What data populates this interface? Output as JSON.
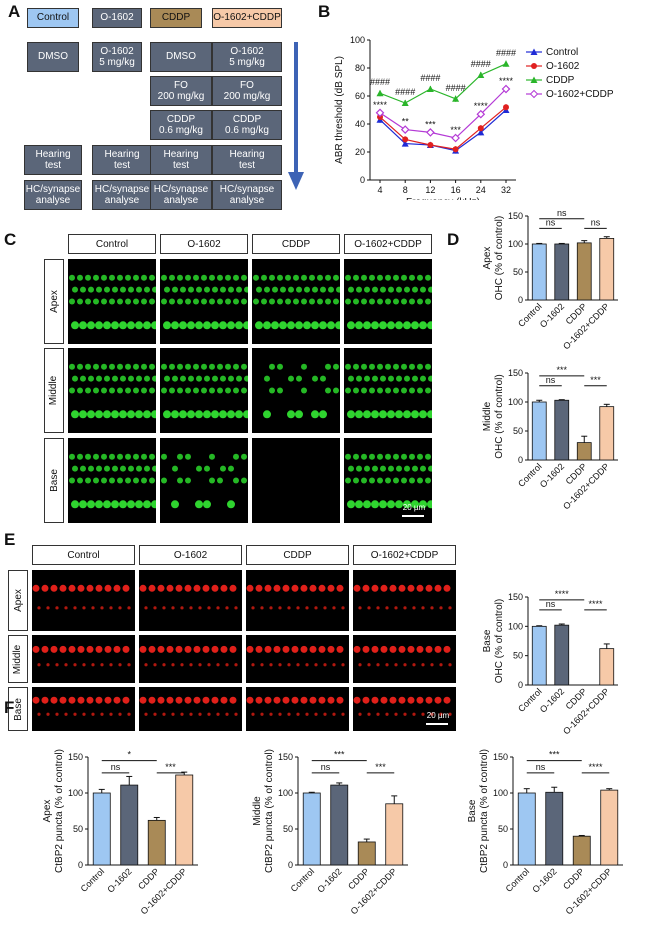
{
  "panel_a": {
    "letter": "A",
    "headers": [
      "Control",
      "O-1602",
      "CDDP",
      "O-1602+CDDP"
    ],
    "header_colors": [
      "#9ec7f2",
      "#5b6679",
      "#a98a57",
      "#f6c9a8"
    ],
    "col0": [
      "DMSO",
      "Hearing\ntest",
      "HC/synapse\nanalyse"
    ],
    "col1": [
      "O-1602\n5 mg/kg",
      "Hearing\ntest",
      "HC/synapse\nanalyse"
    ],
    "col2": [
      "DMSO",
      "FO\n200 mg/kg",
      "CDDP\n0.6 mg/kg",
      "Hearing\ntest",
      "HC/synapse\nanalyse"
    ],
    "col3": [
      "O-1602\n5 mg/kg",
      "FO\n200 mg/kg",
      "CDDP\n0.6 mg/kg",
      "Hearing\ntest",
      "HC/synapse\nanalyse"
    ]
  },
  "panel_b": {
    "letter": "B",
    "chart_data": {
      "type": "line",
      "ylabel": "ABR threshold (dB SPL)",
      "xlabel": "Frequency (kHz)",
      "x": [
        "4",
        "8",
        "12",
        "16",
        "24",
        "32"
      ],
      "ylim": [
        0,
        100
      ],
      "yticks": [
        "0",
        "20",
        "40",
        "60",
        "80",
        "100"
      ],
      "series": [
        {
          "name": "Control",
          "color": "#1f2bd6",
          "marker": "triangle-up",
          "values": [
            43,
            26,
            25,
            21,
            34,
            50
          ]
        },
        {
          "name": "O-1602",
          "color": "#e02020",
          "marker": "circle",
          "values": [
            45,
            29,
            25,
            22,
            37,
            52
          ]
        },
        {
          "name": "CDDP",
          "color": "#2ab52a",
          "marker": "triangle-up",
          "values": [
            62,
            55,
            65,
            58,
            75,
            83
          ]
        },
        {
          "name": "O-1602+CDDP",
          "color": "#b43ad6",
          "marker": "diamond",
          "values": [
            48,
            36,
            34,
            30,
            47,
            65
          ]
        }
      ],
      "hash_labels": [
        "####",
        "####",
        "####",
        "####",
        "####",
        "####"
      ],
      "star_labels": [
        "****",
        "**",
        "***",
        "***",
        "****",
        "****"
      ]
    }
  },
  "panel_c": {
    "letter": "C",
    "col_headers": [
      "Control",
      "O-1602",
      "CDDP",
      "O-1602+CDDP"
    ],
    "row_headers": [
      "Apex",
      "Middle",
      "Base"
    ],
    "scale_bar": "20 µm",
    "cell_color": "green",
    "cells_present": [
      [
        1,
        1,
        1,
        1
      ],
      [
        1,
        1,
        0.4,
        1
      ],
      [
        1,
        0.5,
        0,
        1
      ]
    ]
  },
  "panel_d": {
    "letter": "D",
    "categories": [
      "Control",
      "O-1602",
      "CDDP",
      "O-1602+CDDP"
    ],
    "colors": [
      "#9ec7f2",
      "#5b6679",
      "#a98a57",
      "#f6c9a8"
    ],
    "chart_data": [
      {
        "type": "bar",
        "region": "Apex",
        "ylabel": "OHC (% of control)",
        "ylim": [
          0,
          150
        ],
        "yticks": [
          "0",
          "50",
          "100",
          "150"
        ],
        "values": [
          100,
          100,
          102,
          110
        ],
        "errors": [
          1,
          1,
          4,
          3
        ],
        "comparisons": [
          {
            "label": "ns",
            "from": 0,
            "to": 1
          },
          {
            "label": "ns",
            "from": 2,
            "to": 3
          },
          {
            "label": "ns",
            "from": 0,
            "to": 2
          }
        ]
      },
      {
        "type": "bar",
        "region": "Middle",
        "ylabel": "OHC (% of control)",
        "ylim": [
          0,
          150
        ],
        "yticks": [
          "0",
          "50",
          "100",
          "150"
        ],
        "values": [
          100,
          103,
          30,
          92
        ],
        "errors": [
          3,
          1,
          11,
          4
        ],
        "comparisons": [
          {
            "label": "ns",
            "from": 0,
            "to": 1
          },
          {
            "label": "***",
            "from": 2,
            "to": 3
          },
          {
            "label": "***",
            "from": 0,
            "to": 2
          }
        ]
      },
      {
        "type": "bar",
        "region": "Base",
        "ylabel": "OHC (% of control)",
        "ylim": [
          0,
          150
        ],
        "yticks": [
          "0",
          "50",
          "100",
          "150"
        ],
        "values": [
          100,
          102,
          0,
          62
        ],
        "errors": [
          1,
          2,
          0,
          8
        ],
        "comparisons": [
          {
            "label": "ns",
            "from": 0,
            "to": 1
          },
          {
            "label": "****",
            "from": 2,
            "to": 3
          },
          {
            "label": "****",
            "from": 0,
            "to": 2
          }
        ]
      }
    ]
  },
  "panel_e": {
    "letter": "E",
    "col_headers": [
      "Control",
      "O-1602",
      "CDDP",
      "O-1602+CDDP"
    ],
    "row_headers": [
      "Apex",
      "Middle",
      "Base"
    ],
    "scale_bar": "20 µm",
    "cell_color": "red"
  },
  "panel_f": {
    "letter": "F",
    "categories": [
      "Control",
      "O-1602",
      "CDDP",
      "O-1602+CDDP"
    ],
    "colors": [
      "#9ec7f2",
      "#5b6679",
      "#a98a57",
      "#f6c9a8"
    ],
    "chart_data": [
      {
        "type": "bar",
        "region": "Apex",
        "ylabel": "CtBP2 puncta (% of control)",
        "ylim": [
          0,
          150
        ],
        "yticks": [
          "0",
          "50",
          "100",
          "150"
        ],
        "values": [
          100,
          111,
          62,
          125
        ],
        "errors": [
          5,
          12,
          4,
          4
        ],
        "comparisons": [
          {
            "label": "ns",
            "from": 0,
            "to": 1
          },
          {
            "label": "***",
            "from": 2,
            "to": 3
          },
          {
            "label": "*",
            "from": 0,
            "to": 2
          }
        ]
      },
      {
        "type": "bar",
        "region": "Middle",
        "ylabel": "CtBP2 puncta (% of control)",
        "ylim": [
          0,
          150
        ],
        "yticks": [
          "0",
          "50",
          "100",
          "150"
        ],
        "values": [
          100,
          111,
          32,
          85
        ],
        "errors": [
          1,
          3,
          4,
          11
        ],
        "comparisons": [
          {
            "label": "ns",
            "from": 0,
            "to": 1
          },
          {
            "label": "***",
            "from": 2,
            "to": 3
          },
          {
            "label": "***",
            "from": 0,
            "to": 2
          }
        ]
      },
      {
        "type": "bar",
        "region": "Base",
        "ylabel": "CtBP2 puncta (% of control)",
        "ylim": [
          0,
          150
        ],
        "yticks": [
          "0",
          "50",
          "100",
          "150"
        ],
        "values": [
          100,
          101,
          40,
          104
        ],
        "errors": [
          6,
          7,
          1,
          2
        ],
        "comparisons": [
          {
            "label": "ns",
            "from": 0,
            "to": 1
          },
          {
            "label": "****",
            "from": 2,
            "to": 3
          },
          {
            "label": "***",
            "from": 0,
            "to": 2
          }
        ]
      }
    ]
  }
}
